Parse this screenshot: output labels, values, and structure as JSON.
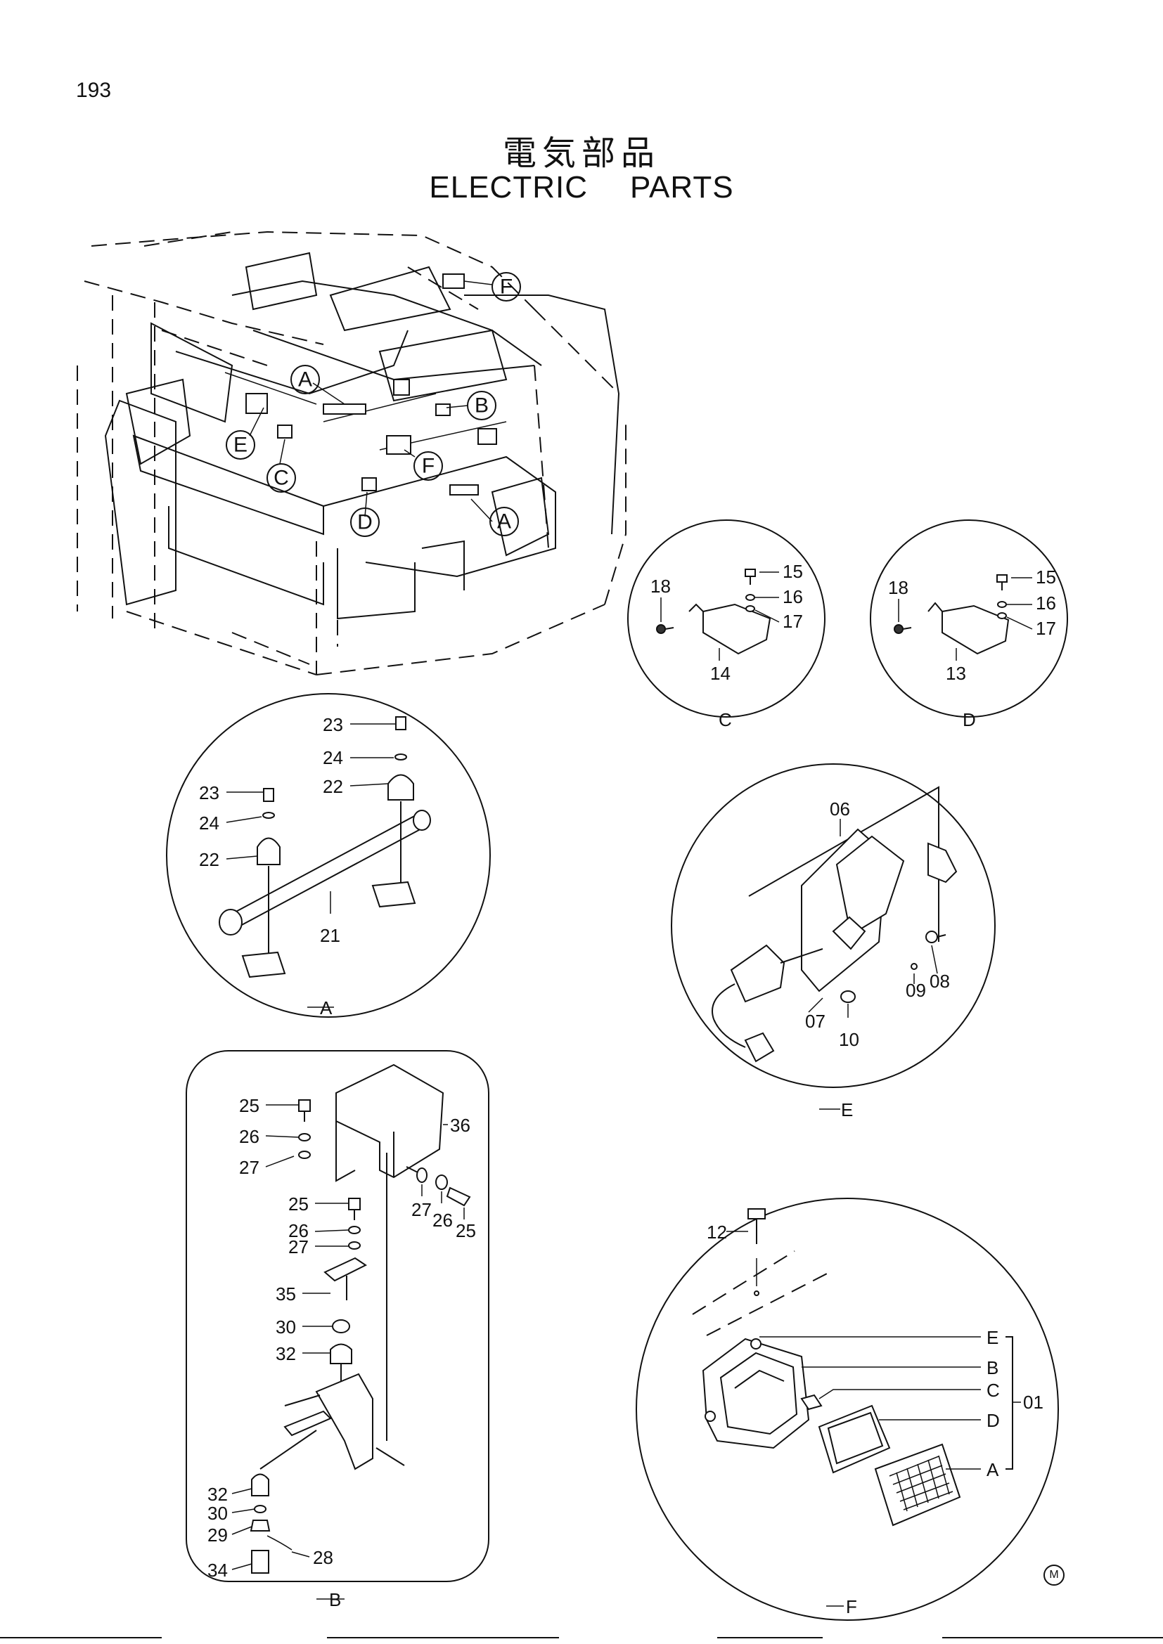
{
  "page_number": "193",
  "title_jp": "電気部品",
  "title_en_left": "ELECTRIC",
  "title_en_right": "PARTS",
  "marking": "M",
  "overview_callouts": [
    "A",
    "B",
    "C",
    "D",
    "E",
    "F"
  ],
  "detail_views": {
    "A": {
      "label": "A",
      "parts": [
        "21",
        "22",
        "23",
        "24"
      ]
    },
    "B": {
      "label": "B",
      "parts": [
        "25",
        "26",
        "27",
        "28",
        "29",
        "30",
        "32",
        "34",
        "35",
        "36"
      ]
    },
    "C": {
      "label": "C",
      "parts": [
        "14",
        "15",
        "16",
        "17",
        "18"
      ]
    },
    "D": {
      "label": "D",
      "parts": [
        "13",
        "15",
        "16",
        "17",
        "18"
      ]
    },
    "E": {
      "label": "E",
      "parts": [
        "06",
        "07",
        "08",
        "09",
        "10"
      ]
    },
    "F": {
      "label": "F",
      "parts": [
        "01",
        "12"
      ],
      "sub_parts": [
        "E",
        "B",
        "C",
        "D",
        "A"
      ]
    }
  }
}
